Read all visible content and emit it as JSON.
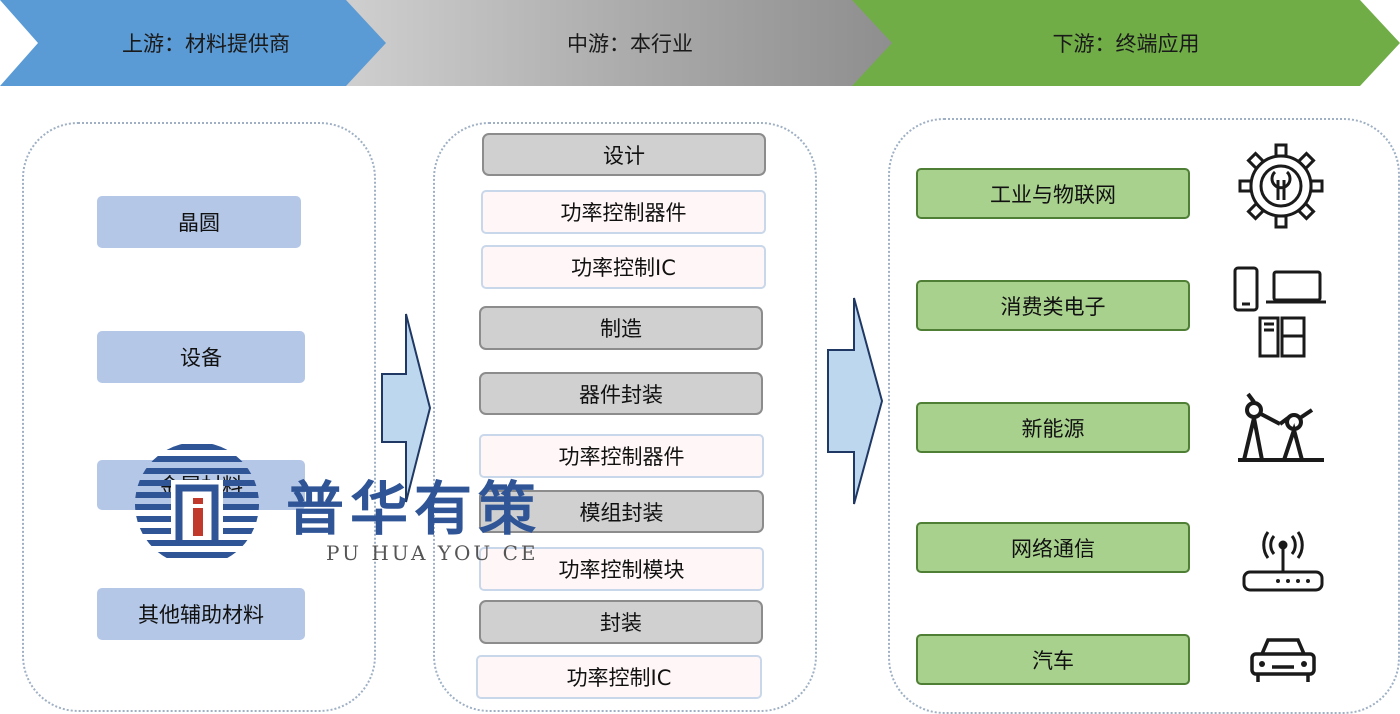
{
  "header": {
    "upstream": "上游：材料提供商",
    "midstream": "中游：本行业",
    "downstream": "下游：终端应用"
  },
  "upstream_items": [
    "晶圆",
    "设备",
    "金属材料",
    "其他辅助材料"
  ],
  "midstream_items": {
    "design": "设计",
    "design_sub_1": "功率控制器件",
    "design_sub_2": "功率控制IC",
    "manufacturing": "制造",
    "device_packaging": "器件封装",
    "device_packaging_sub": "功率控制器件",
    "module_packaging": "模组封装",
    "module_packaging_sub": "功率控制模块",
    "packaging": "封装",
    "packaging_sub": "功率控制IC"
  },
  "downstream_items": [
    "工业与物联网",
    "消费类电子",
    "新能源",
    "网络通信",
    "汽车"
  ],
  "icons": [
    "gear-wrench-icon",
    "devices-icon",
    "wind-turbine-icon",
    "router-icon",
    "car-icon"
  ],
  "watermark": {
    "text": "普华有策",
    "sub": "PU HUA YOU CE"
  },
  "colors": {
    "upstream": "#5b9bd5",
    "midstream": "#a9a9a9",
    "downstream": "#70ad47",
    "upstream_box": "#b4c7e7",
    "downstream_box": "#a9d18e",
    "watermark": "#2f5597"
  }
}
